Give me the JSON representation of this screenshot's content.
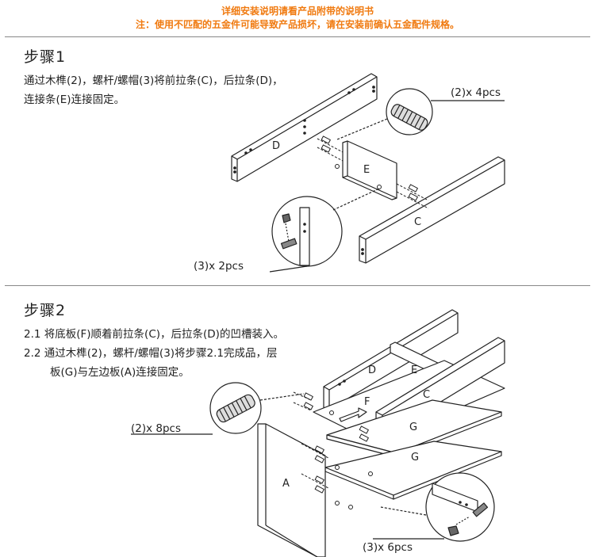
{
  "header": {
    "line1": "详细安装说明请看产品附带的说明书",
    "line2": "注：使用不匹配的五金件可能导致产品损坏，请在安装前确认五金配件规格。"
  },
  "step1": {
    "title": "步骤1",
    "lines": [
      "通过木榫(2)，螺杆/螺帽(3)将前拉条(C)，后拉条(D)，",
      "连接条(E)连接固定。"
    ],
    "callouts": {
      "dowel": "(2)x 4pcs",
      "screw": "(3)x 2pcs"
    },
    "parts": {
      "d": "D",
      "e": "E",
      "c": "C"
    }
  },
  "step2": {
    "title": "步骤2",
    "lines": [
      "2.1  将底板(F)顺着前拉条(C)，后拉条(D)的凹槽装入。",
      "2.2  通过木榫(2)，螺杆/螺帽(3)将步骤2.1完成品，层",
      "板(G)与左边板(A)连接固定。"
    ],
    "callouts": {
      "dowel": "(2)x 8pcs",
      "screw": "(3)x 6pcs"
    },
    "parts": {
      "d": "D",
      "e": "E",
      "c": "C",
      "f": "F",
      "g1": "G",
      "g2": "G",
      "a": "A"
    }
  }
}
